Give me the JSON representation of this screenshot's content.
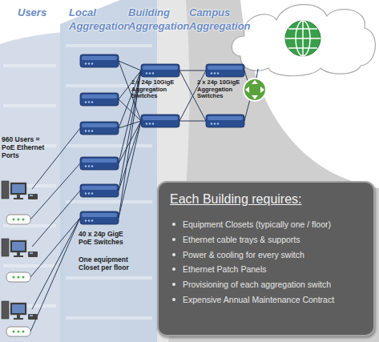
{
  "diagram": {
    "nodes": [
      {
        "text": [
          "Each Building requires:",
          "Equipment Closets (typically one / floor)",
          "Ethernet cable trays & supports",
          "Power & cooling for every switch",
          "Ethernet Patch Panels",
          "Provisioning of each aggregation switch",
          "Expensive Annual Maintenance Contract"
        ]
      }
    ],
    "labels": [
      "Users",
      "Local Aggregation",
      "Building Aggregation",
      "Campus Aggregation",
      "960 Users = PoE Ethernet Ports",
      "2 x 24p 10GigE Aggregation Switches",
      "2 x 24p 10GigE Aggregation Switches",
      "40 x 24p GigE PoE Switches",
      "One equipment Closet per floor"
    ]
  }
}
